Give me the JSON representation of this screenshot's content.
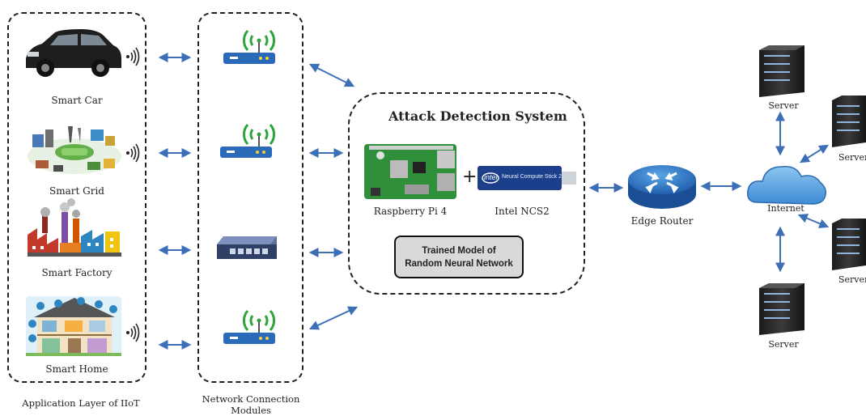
{
  "application_layer": {
    "label": "Application Layer of IIoT",
    "devices": [
      {
        "label": "Smart Car",
        "icon": "car-icon"
      },
      {
        "label": "Smart Grid",
        "icon": "grid-icon"
      },
      {
        "label": "Smart Factory",
        "icon": "factory-icon"
      },
      {
        "label": "Smart Home",
        "icon": "home-icon"
      }
    ]
  },
  "network_layer": {
    "label_line1": "Network Connection",
    "label_line2": "Modules",
    "modules": [
      "wifi-router-icon",
      "wifi-router-icon",
      "network-switch-icon",
      "wifi-router-icon"
    ]
  },
  "attack_detection": {
    "title": "Attack Detection System",
    "rpi_label": "Raspberry Pi 4",
    "plus": "+",
    "ncs_label": "Intel NCS2",
    "ncs_stick_text": "Neural Compute Stick 2",
    "intel_logo": "intel",
    "model_line1": "Trained Model of",
    "model_line2": "Random Neural Network"
  },
  "edge_router": {
    "label": "Edge Router"
  },
  "internet": {
    "label": "Internet"
  },
  "servers": [
    "Server",
    "Server",
    "Server",
    "Server"
  ],
  "colors": {
    "arrow": "#3d6fb6",
    "wifi": "#2aa63a",
    "router": "#2a6ab8",
    "cloud": "#5a9fdc"
  }
}
